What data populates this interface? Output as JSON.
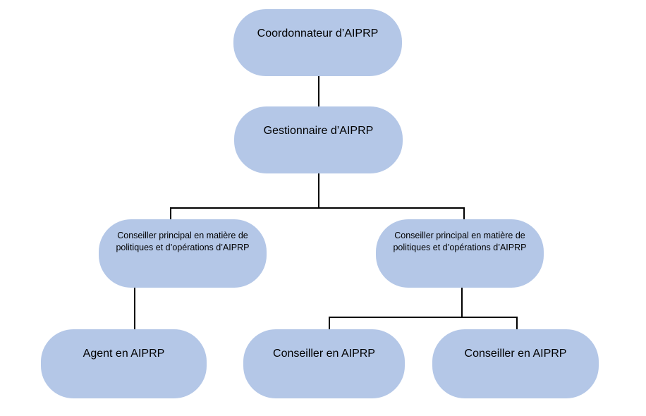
{
  "diagram": {
    "type": "org-chart",
    "colors": {
      "background": "#ffffff",
      "node_fill": "#b4c7e7",
      "connector": "#000000",
      "text": "#000000"
    },
    "nodes": [
      {
        "id": "coordonnateur-aiprp",
        "level": 1,
        "label": "Coordonnateur d’AIPRP"
      },
      {
        "id": "gestionnaire-aiprp",
        "level": 2,
        "label": "Gestionnaire d’AIPRP"
      },
      {
        "id": "conseiller-principal-gauche",
        "level": 3,
        "label": "Conseiller principal en matière de politiques et d’opérations d’AIPRP"
      },
      {
        "id": "conseiller-principal-droite",
        "level": 3,
        "label": "Conseiller principal en matière de politiques et d’opérations d’AIPRP"
      },
      {
        "id": "agent-aiprp",
        "level": 4,
        "label": "Agent en AIPRP"
      },
      {
        "id": "conseiller-aiprp-1",
        "level": 4,
        "label": "Conseiller en AIPRP"
      },
      {
        "id": "conseiller-aiprp-2",
        "level": 4,
        "label": "Conseiller en AIPRP"
      }
    ],
    "edges": [
      {
        "from": "coordonnateur-aiprp",
        "to": "gestionnaire-aiprp"
      },
      {
        "from": "gestionnaire-aiprp",
        "to": "conseiller-principal-gauche"
      },
      {
        "from": "gestionnaire-aiprp",
        "to": "conseiller-principal-droite"
      },
      {
        "from": "conseiller-principal-gauche",
        "to": "agent-aiprp"
      },
      {
        "from": "conseiller-principal-droite",
        "to": "conseiller-aiprp-1"
      },
      {
        "from": "conseiller-principal-droite",
        "to": "conseiller-aiprp-2"
      }
    ]
  }
}
